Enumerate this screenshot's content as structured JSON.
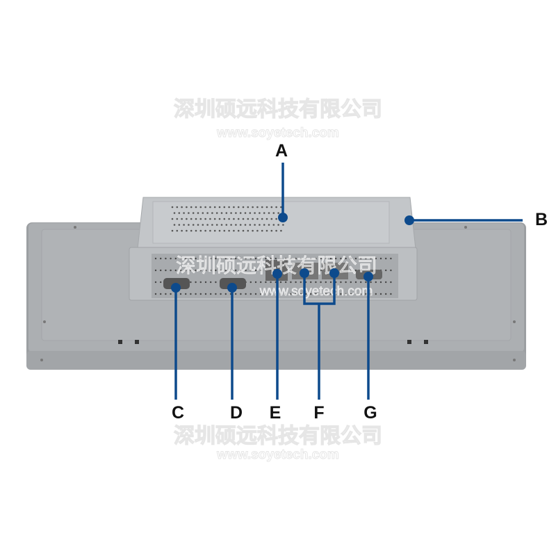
{
  "diagram": {
    "callouts": {
      "a": "A",
      "b": "B",
      "c": "C",
      "d": "D",
      "e": "E",
      "f": "F",
      "g": "G"
    },
    "watermark": {
      "company": "深圳硕远科技有限公司",
      "url": "www.soyetech.com"
    },
    "colors": {
      "leader": "#0d4a8c",
      "chassis": "#b9bcbf",
      "panel": "#a9acaf"
    }
  }
}
